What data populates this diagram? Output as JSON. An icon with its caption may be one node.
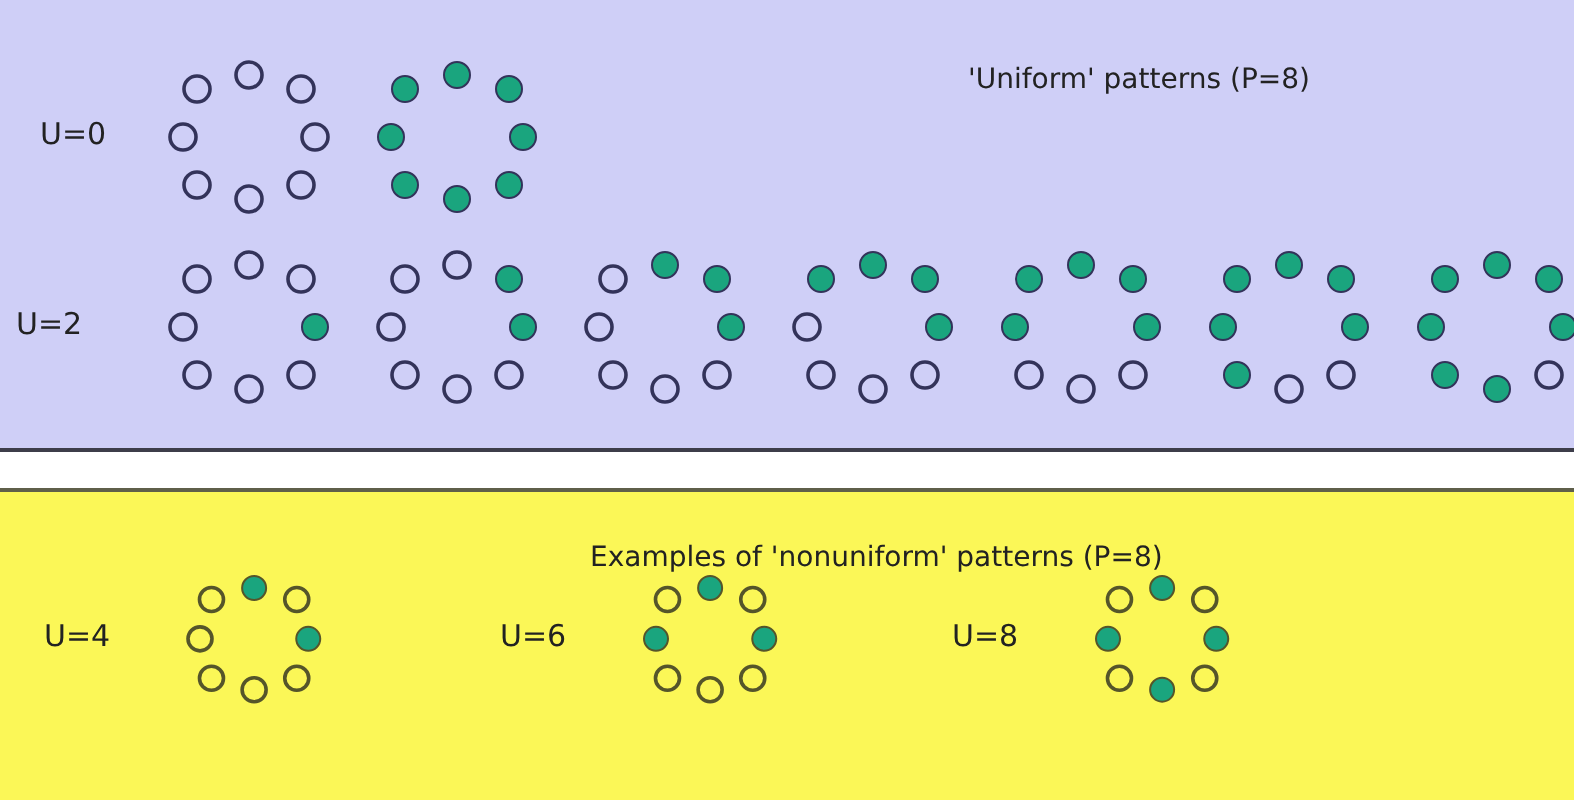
{
  "diagram": {
    "nodes": [
      {
        "text": [
          "'Uniform' patterns (P=8)"
        ]
      },
      {
        "text": [
          "Examples of 'nonuniform' patterns (P=8)"
        ]
      }
    ],
    "labels": [
      "U=0",
      "U=2",
      "U=4",
      "U=6",
      "U=8"
    ]
  }
}
